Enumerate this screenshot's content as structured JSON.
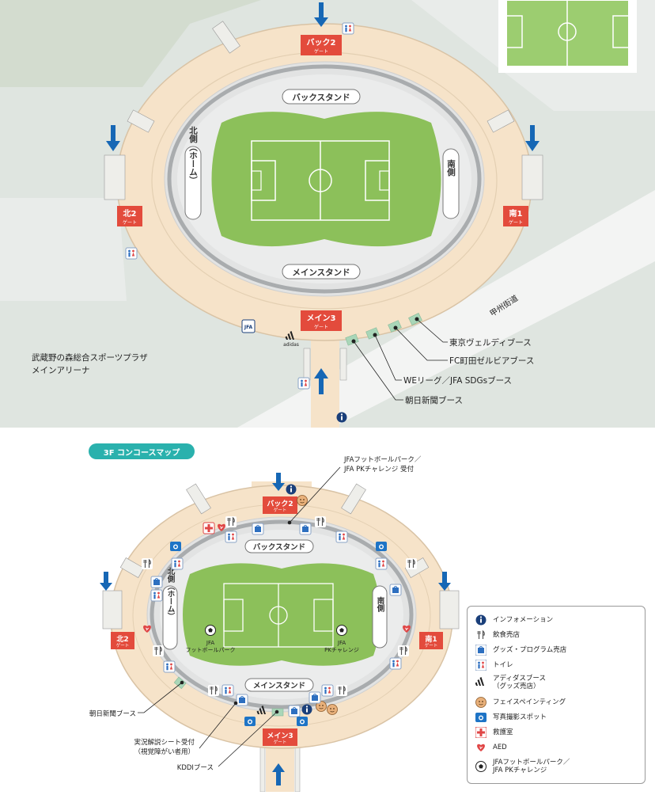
{
  "top_map": {
    "stands": {
      "back": "バックスタンド",
      "main": "メインスタンド",
      "north": "北側（ホーム）",
      "south": "南側"
    },
    "gates": {
      "back2": {
        "label": "バック2",
        "sub": "ゲート"
      },
      "north2": {
        "label": "北2",
        "sub": "ゲート"
      },
      "south1": {
        "label": "南1",
        "sub": "ゲート"
      },
      "main3": {
        "label": "メイン3",
        "sub": "ゲート"
      }
    },
    "road": "甲州街道",
    "venue_name_line1": "武蔵野の森総合スポーツプラザ",
    "venue_name_line2": "メインアリーナ",
    "booths": [
      "東京ヴェルディブース",
      "FC町田ゼルビアブース",
      "WEリーグ／JFA SDGsブース",
      "朝日新聞ブース"
    ],
    "jfa_mark": "JFA",
    "adidas_mark": "adidas"
  },
  "concourse": {
    "badge": "3F コンコースマップ",
    "stands": {
      "back": "バックスタンド",
      "main": "メインスタンド",
      "north": "北側（ホーム）",
      "south": "南側"
    },
    "gates": {
      "back2": {
        "label": "バック2",
        "sub": "ゲート"
      },
      "north2": {
        "label": "北2",
        "sub": "ゲート"
      },
      "south1": {
        "label": "南1",
        "sub": "ゲート"
      },
      "main3": {
        "label": "メイン3",
        "sub": "ゲート"
      }
    },
    "callouts": {
      "park_line1": "JFAフットボールパーク／",
      "park_line2": "JFA PKチャレンジ 受付",
      "asahi": "朝日新聞ブース",
      "commentary_line1": "実況解説シート受付",
      "commentary_line2": "（視覚障がい者用）",
      "kddi": "KDDIブース"
    },
    "field_labels": {
      "park_line1": "JFA",
      "park_line2": "フットボールパーク",
      "pk_line1": "JFA",
      "pk_line2": "PKチャレンジ"
    }
  },
  "legend": {
    "items": [
      {
        "icon": "info-icon",
        "label": "インフォメーション"
      },
      {
        "icon": "food-icon",
        "label": "飲食売店"
      },
      {
        "icon": "goods-icon",
        "label": "グッズ・プログラム売店"
      },
      {
        "icon": "toilet-icon",
        "label": "トイレ"
      },
      {
        "icon": "adidas-icon",
        "label": "アディダスブース\n（グッズ売店）"
      },
      {
        "icon": "face-paint-icon",
        "label": "フェイスペインティング"
      },
      {
        "icon": "camera-icon",
        "label": "写真撮影スポット"
      },
      {
        "icon": "first-aid-icon",
        "label": "救護室"
      },
      {
        "icon": "aed-icon",
        "label": "AED"
      },
      {
        "icon": "soccer-ball-icon",
        "label": "JFAフットボールパーク／\nJFA PKチャレンジ"
      }
    ]
  },
  "colors": {
    "grass": "#8cc05a",
    "concourse": "#f6e3c9",
    "stand": "#e2e3e3",
    "gate": "#e34b3c",
    "arrow": "#1667b5",
    "badge": "#2ab1ad",
    "map_ground": "#dfe5e0"
  }
}
